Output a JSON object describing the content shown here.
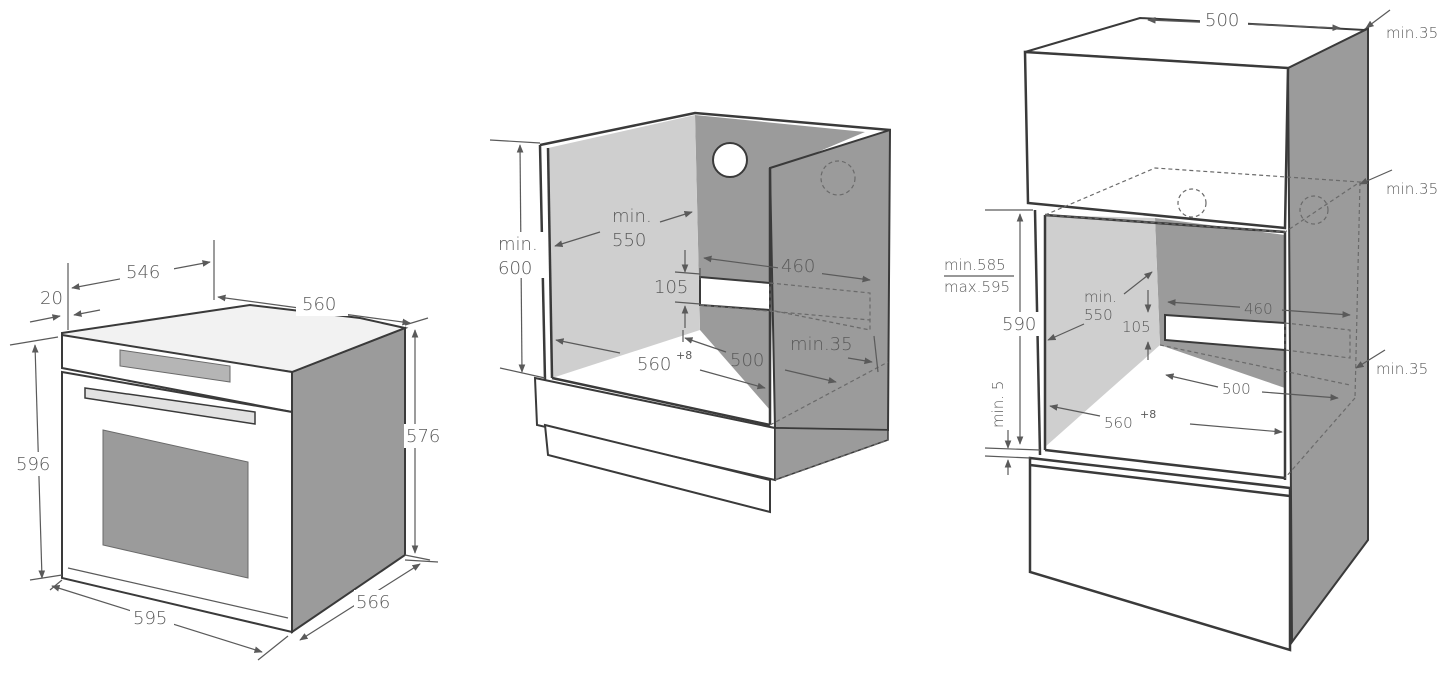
{
  "colors": {
    "panel_grey": "#9b9b9b",
    "panel_light": "#cfcfcf",
    "line": "#3a3a3a",
    "text": "#5a5a5a"
  },
  "oven": {
    "width_total": "595",
    "height_total": "596",
    "depth_total": "566",
    "body_width": "560",
    "body_height": "576",
    "body_depth": "546",
    "front_offset": "20"
  },
  "under_counter": {
    "min_label": "min.",
    "min_height": "600",
    "min_depth_label": "min.",
    "min_depth": "550",
    "width": "560",
    "width_tolerance": "+8",
    "depth": "500",
    "vent_width": "460",
    "vent_height": "105",
    "min_gap": "min.35"
  },
  "tall_unit": {
    "top_depth": "500",
    "min_gap_top": "min.35",
    "min_gap_mid": "min.35",
    "min_gap_side": "min.35",
    "range_min": "min.585",
    "range_max": "max.595",
    "height": "590",
    "min_depth_label": "min.",
    "min_depth": "550",
    "vent_height": "105",
    "vent_width": "460",
    "depth": "500",
    "width": "560",
    "width_tolerance": "+8",
    "base_gap": "min. 5"
  }
}
